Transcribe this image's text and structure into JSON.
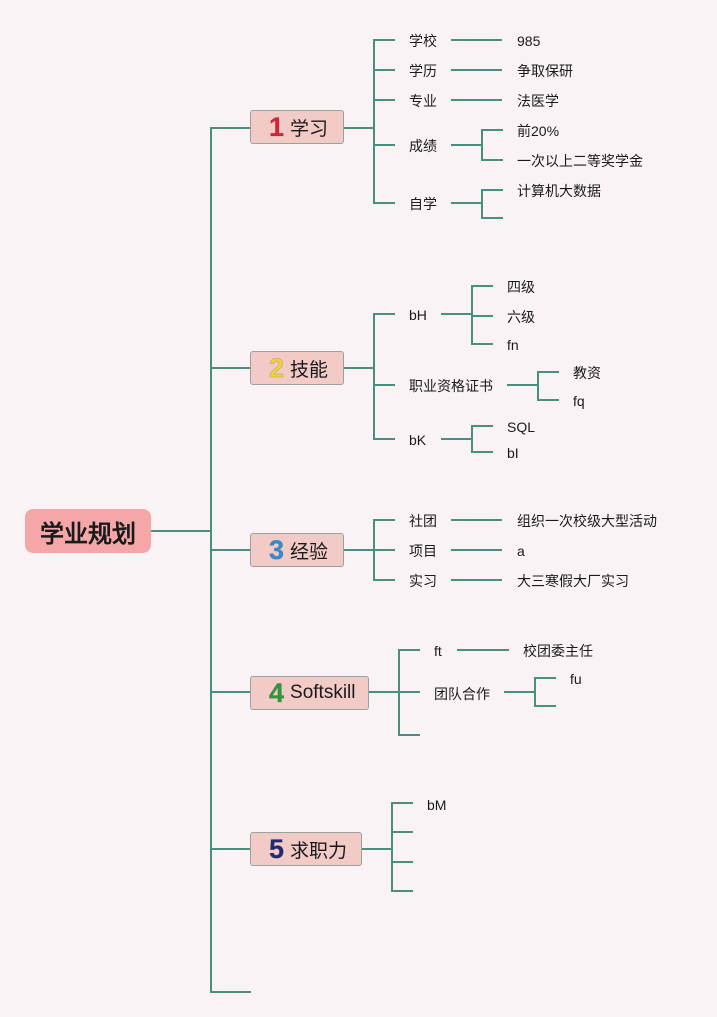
{
  "root": {
    "label": "学业规划"
  },
  "line_color": "#4a8f7d",
  "branches": [
    {
      "number": "1",
      "number_color": "#d8243a",
      "label": "学习",
      "children": [
        {
          "label": "学校",
          "children": [
            "985"
          ]
        },
        {
          "label": "学历",
          "children": [
            "争取保研"
          ]
        },
        {
          "label": "专业",
          "children": [
            "法医学"
          ]
        },
        {
          "label": "成绩",
          "children": [
            "前20%",
            "一次以上二等奖学金"
          ]
        },
        {
          "label": "自学",
          "children": [
            "计算机大数据"
          ]
        }
      ]
    },
    {
      "number": "2",
      "number_color": "#f0d33a",
      "label": "技能",
      "children": [
        {
          "label": "bH",
          "children": [
            "四级",
            "六级",
            "fn"
          ]
        },
        {
          "label": "职业资格证书",
          "children": [
            "教资",
            "fq"
          ]
        },
        {
          "label": "bK",
          "children": [
            "SQL",
            "bI"
          ]
        }
      ]
    },
    {
      "number": "3",
      "number_color": "#2f8fd6",
      "label": "经验",
      "children": [
        {
          "label": "社团",
          "children": [
            "组织一次校级大型活动"
          ]
        },
        {
          "label": "项目",
          "children": [
            "a"
          ]
        },
        {
          "label": "实习",
          "children": [
            "大三寒假大厂实习"
          ]
        }
      ]
    },
    {
      "number": "4",
      "number_color": "#2a9a3a",
      "label": "Softskill",
      "children": [
        {
          "label": "ft",
          "children": [
            "校团委主任"
          ]
        },
        {
          "label": "团队合作",
          "children": [
            "fu"
          ]
        }
      ]
    },
    {
      "number": "5",
      "number_color": "#1f2a7a",
      "label": "求职力",
      "children": [
        {
          "label": "bM",
          "children": []
        }
      ]
    }
  ]
}
